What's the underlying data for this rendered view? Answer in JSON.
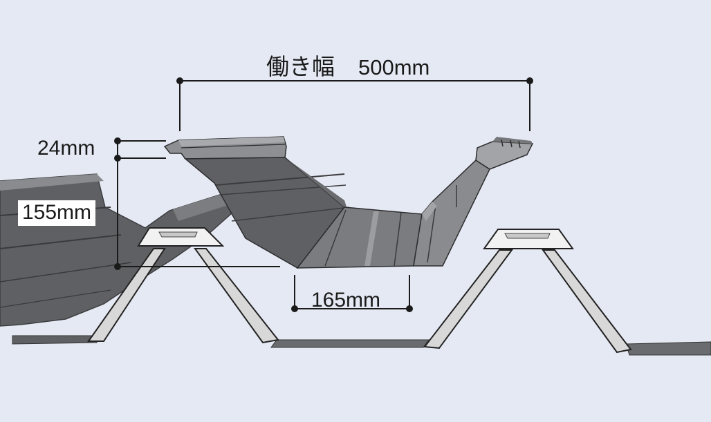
{
  "diagram": {
    "labels": {
      "working_width_text": "働き幅",
      "working_width_value": "500mm",
      "lap_height": "24mm",
      "rib_height": "155mm",
      "bottom_width": "165mm"
    },
    "colors": {
      "background": "#e5e9f3",
      "panel_dark": "#5f6063",
      "panel_mid": "#77787b",
      "panel_light": "#9a9b9e",
      "bracket": "#eeeeee",
      "dimension_line": "#1a1a1a"
    }
  }
}
